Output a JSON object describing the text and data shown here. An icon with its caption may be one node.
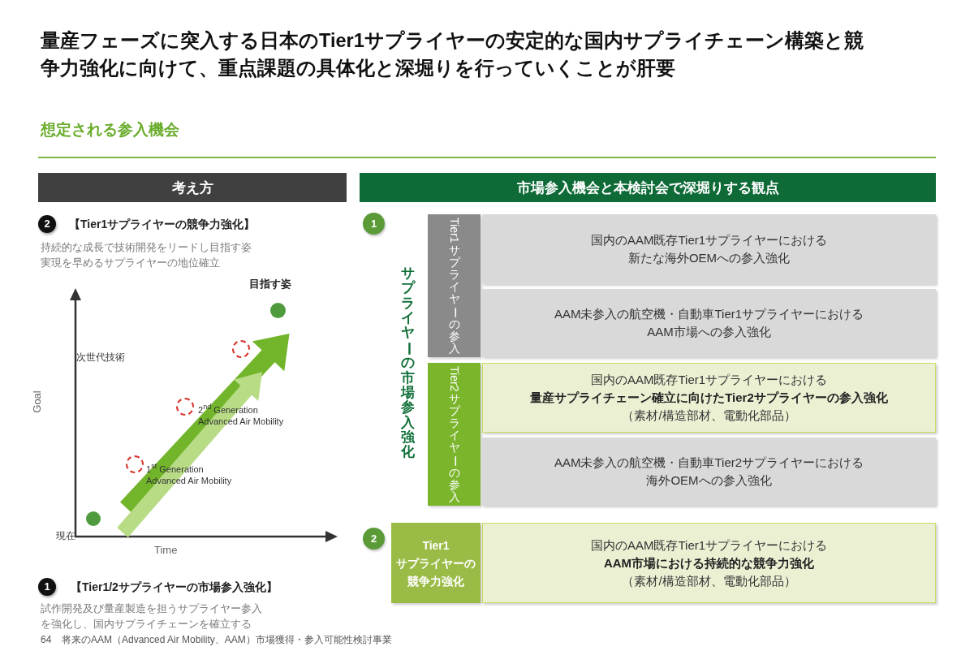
{
  "diagram": {
    "title": "量産フェーズに突入する日本のTier1サプライヤーの安定的な国内サプライチェーン構築と競争力強化に向けて、重点課題の具体化と深堀りを行っていくことが肝要",
    "nodes": [
      {
        "text": [
          "考え方"
        ]
      },
      {
        "text": [
          "市場参入機会と本検討会で深堀りする観点"
        ]
      },
      {
        "text": [
          "2"
        ],
        "beside": [
          "【Tier1サプライヤーの競争力強化】"
        ]
      },
      {
        "text": [],
        "shape": "circle",
        "beside": [
          "目指す姿"
        ]
      },
      {
        "text": [],
        "shape": "circle"
      },
      {
        "text": [],
        "shape": "circle",
        "beside": [
          "2$^{nd}$ Generation Advanced Air Mobility"
        ]
      },
      {
        "text": [],
        "shape": "circle",
        "beside": [
          "1$^{st}$ Generation Advanced Air Mobility"
        ]
      },
      {
        "text": [],
        "shape": "circle"
      },
      {
        "text": [
          "1"
        ],
        "beside": [
          "【Tier1/2サプライヤーの市場参入強化】"
        ]
      },
      {
        "text": [
          "1"
        ]
      },
      {
        "text": [
          "Tier1サプライヤーの参入"
        ]
      },
      {
        "text": [
          "国内のAAM既存Tier1サプライヤーにおける新たな海外OEMへの参入強化"
        ]
      },
      {
        "text": [
          "AAM未参入の航空機・自動車Tier1サプライヤーにおけるAAM市場への参入強化"
        ]
      },
      {
        "text": [
          "Tier2サプライヤーの参入"
        ]
      },
      {
        "text": [
          "国内のAAM既存Tier1サプライヤーにおける**量産サプライチェーン確立に向けたTier2サプライヤーの参入強化**（素材/構造部材、電動化部品）"
        ]
      },
      {
        "text": [
          "AAM未参入の航空機・自動車Tier2サプライヤーにおける海外OEMへの参入強化"
        ]
      },
      {
        "text": [
          "2"
        ]
      },
      {
        "text": [
          "Tier1 サプライヤーの競争力強化"
        ]
      },
      {
        "text": [
          "国内のAAM既存Tier1サプライヤーにおける**AAM市場における持続的な競争力強化**（素材/構造部材、電動化部品）"
        ]
      }
    ],
    "labels": [
      "想定される参入機会",
      "持続的な成長で技術開発をリードし目指す姿実現を早めるサプライヤーの地位確立",
      "次世代技術",
      "Goal",
      "現在",
      "Time",
      "サプライヤーの市場参入強化",
      "試作開発及び量産製造を担うサプライヤー参入を強化し、国内サプライチェーンを確立する",
      "64",
      "将来のAAM（Advanced Air Mobility、AAM）市場獲得・参入可能性検討事業"
    ]
  }
}
